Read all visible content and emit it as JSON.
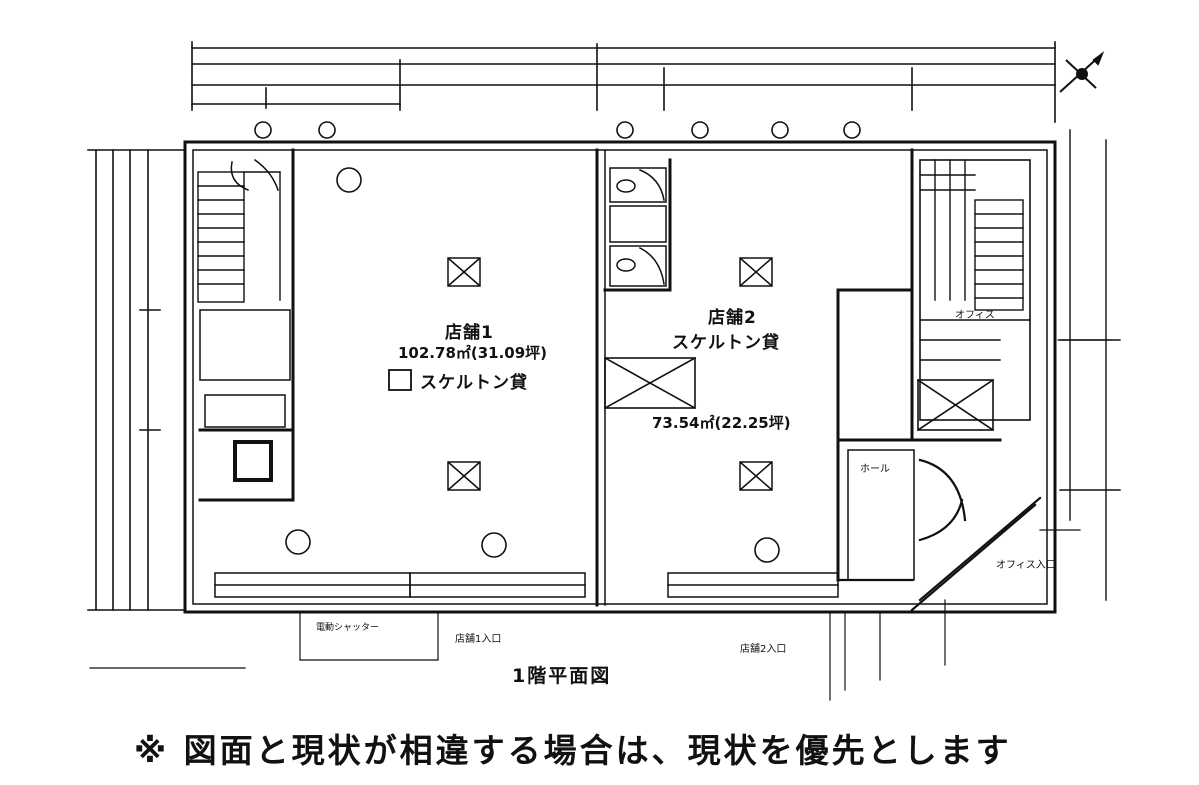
{
  "plan": {
    "title": "1階平面図",
    "notice": "※ 図面と現状が相違する場合は、現状を優先とします",
    "store1": {
      "label": "店舗1",
      "area": "102.78㎡(31.09坪)",
      "type": "スケルトン貸"
    },
    "store2": {
      "label": "店舗2",
      "type": "スケルトン貸",
      "area": "73.54㎡(22.25坪)"
    },
    "hall": "ホール",
    "office_entrance": "オフィス入口",
    "office_room": "オフィス",
    "store1_entrance": "店舗1入口",
    "store2_entrance": "店舗2入口",
    "shutter": "電動シャッター",
    "icon_names": [
      "north-arrow-icon",
      "column-x-icon",
      "fire-extinguisher-icon"
    ]
  }
}
